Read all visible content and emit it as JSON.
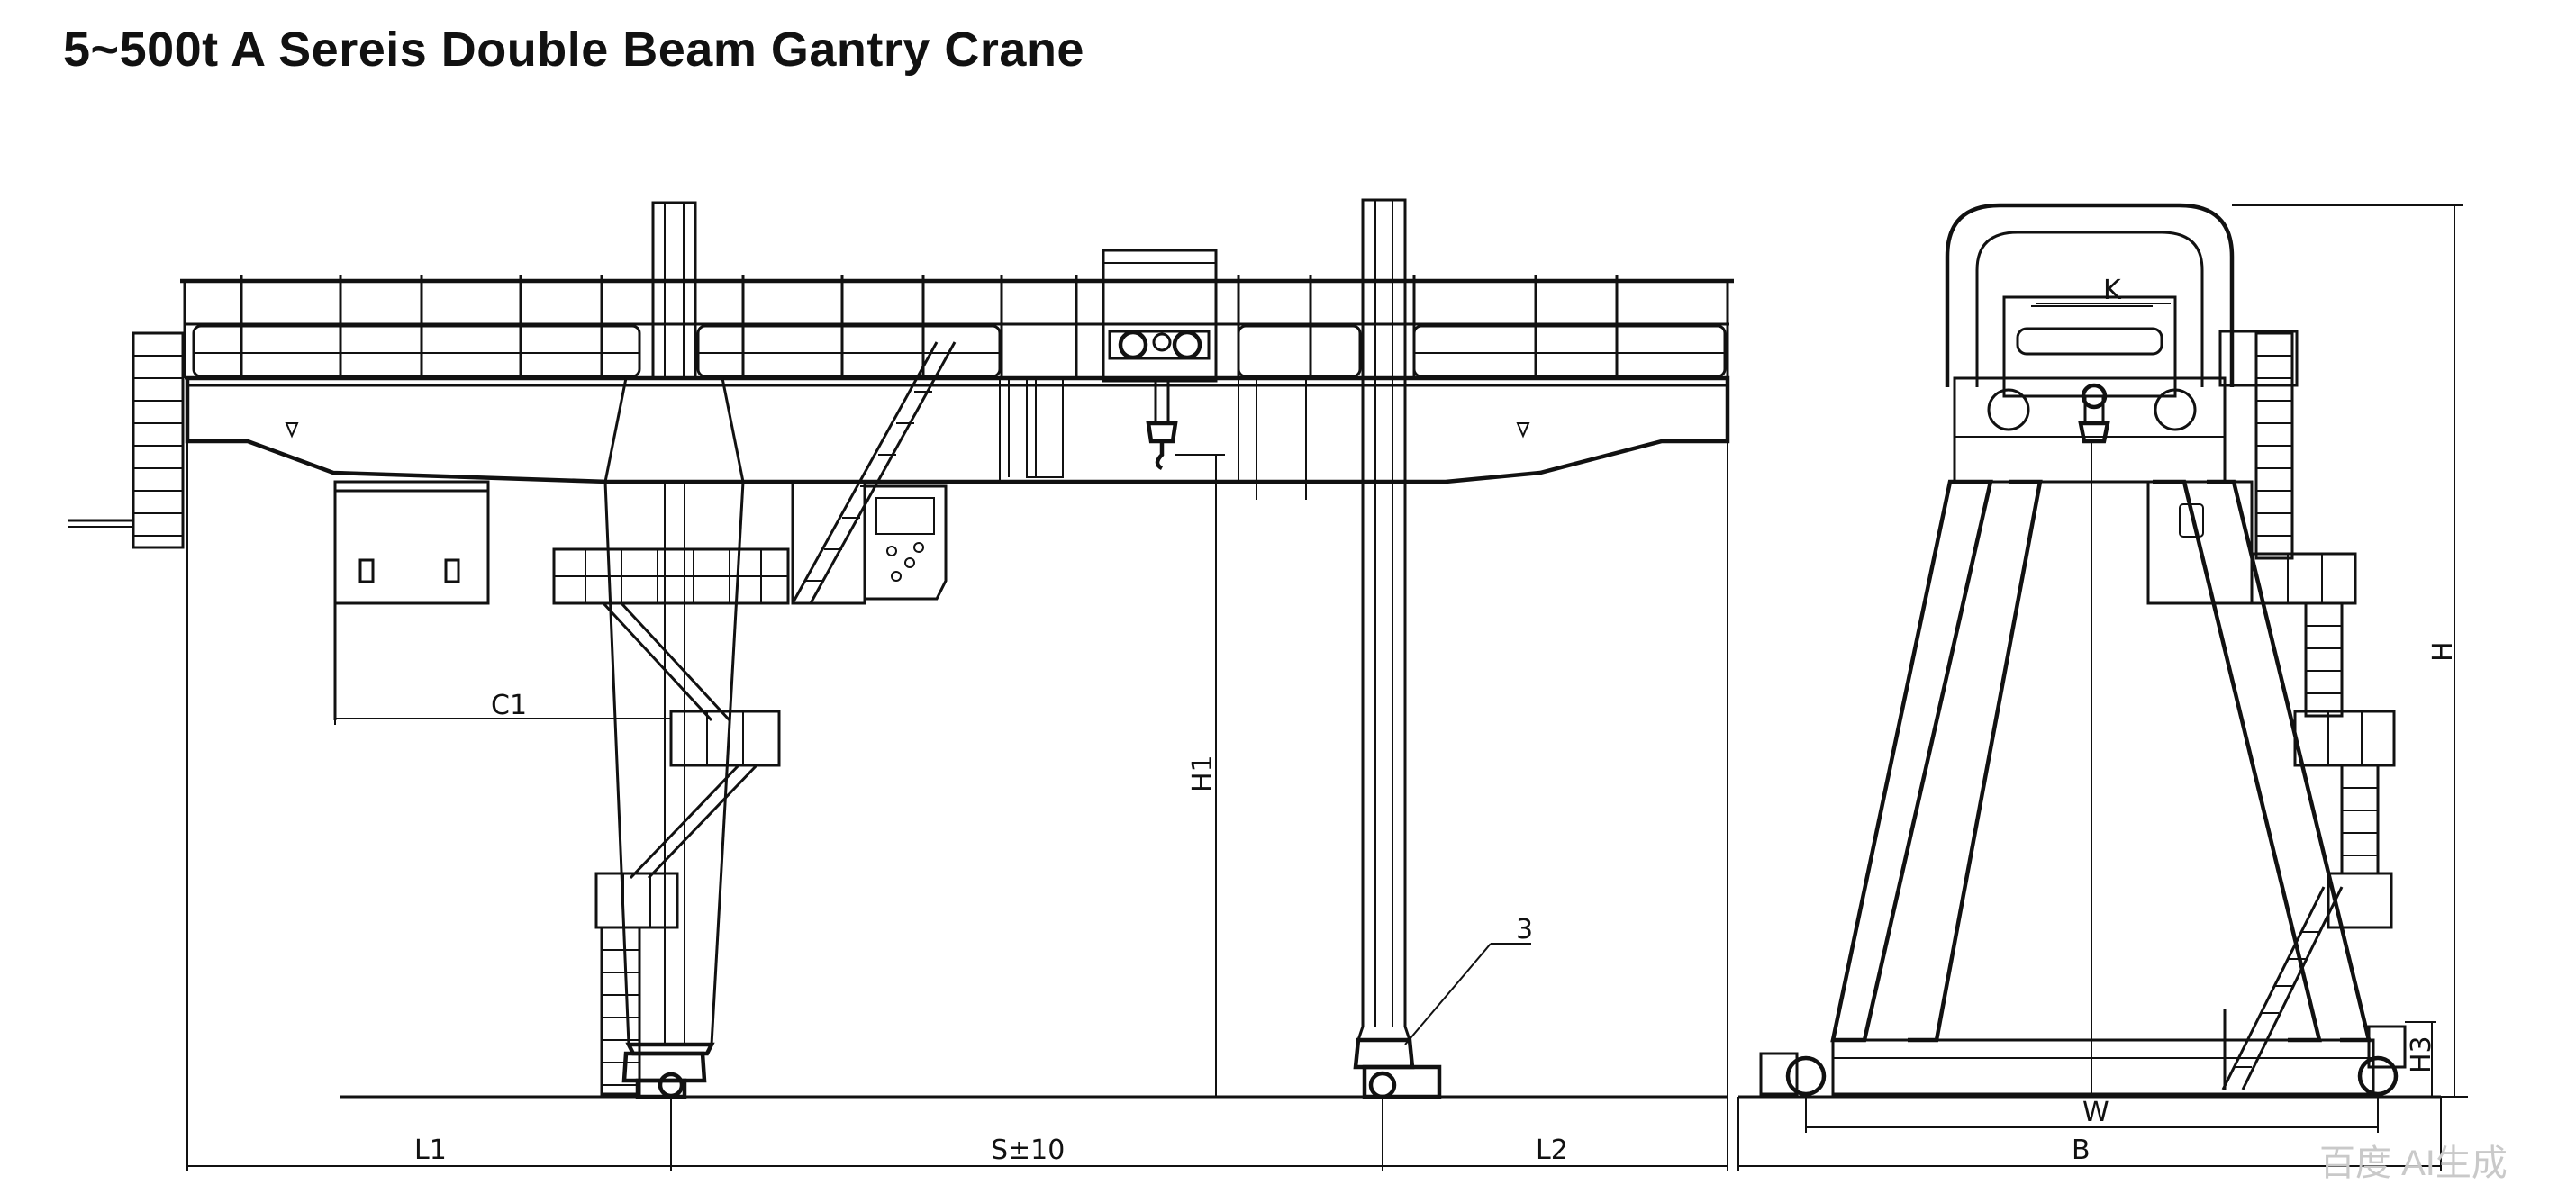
{
  "title": "5~500t A Sereis Double Beam Gantry Crane",
  "labels": {
    "c1": "C1",
    "h1": "H1",
    "callout": "3",
    "l1": "L1",
    "span": "S±10",
    "l2": "L2",
    "k": "K",
    "h": "H",
    "h3": "H3",
    "w": "W",
    "b": "B"
  },
  "watermark": "百度 AI生成",
  "colors": {
    "line": "#111111",
    "background": "#ffffff",
    "watermark": "#c9c9c9"
  }
}
